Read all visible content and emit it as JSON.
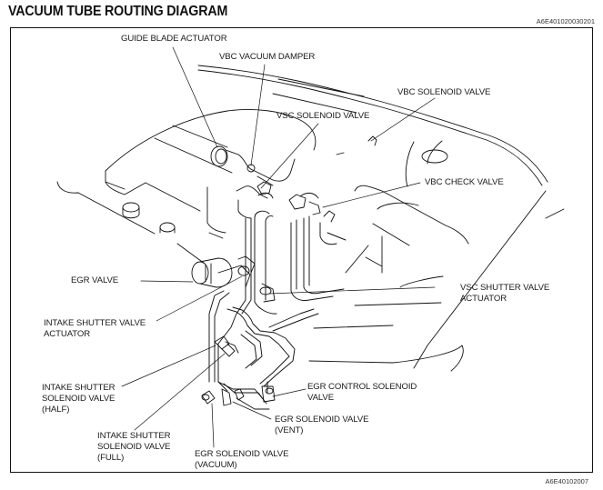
{
  "header": {
    "title": "VACUUM TUBE ROUTING DIAGRAM",
    "figure_code_top": "A6E401020030201",
    "figure_code_bottom": "A6E40102007"
  },
  "labels": {
    "guide_blade_actuator": [
      "GUIDE BLADE ACTUATOR"
    ],
    "vbc_vacuum_damper": [
      "VBC VACUUM DAMPER"
    ],
    "vbc_solenoid_valve": [
      "VBC SOLENOID VALVE"
    ],
    "vsc_solenoid_valve": [
      "VSC SOLENOID VALVE"
    ],
    "vbc_check_valve": [
      "VBC CHECK VALVE"
    ],
    "egr_valve": [
      "EGR VALVE"
    ],
    "vsc_shutter_valve_actuator": [
      "VSC SHUTTER VALVE",
      "ACTUATOR"
    ],
    "intake_shutter_valve_actuator": [
      "INTAKE SHUTTER VALVE",
      "ACTUATOR"
    ],
    "intake_shutter_solenoid_half": [
      "INTAKE SHUTTER",
      "SOLENOID VALVE",
      "(HALF)"
    ],
    "egr_control_solenoid_valve": [
      "EGR CONTROL SOLENOID",
      "VALVE"
    ],
    "egr_solenoid_vent": [
      "EGR SOLENOID VALVE",
      "(VENT)"
    ],
    "intake_shutter_solenoid_full": [
      "INTAKE SHUTTER",
      "SOLENOID VALVE",
      "(FULL)"
    ],
    "egr_solenoid_vacuum": [
      "EGR SOLENOID VALVE",
      "(VACUUM)"
    ]
  }
}
